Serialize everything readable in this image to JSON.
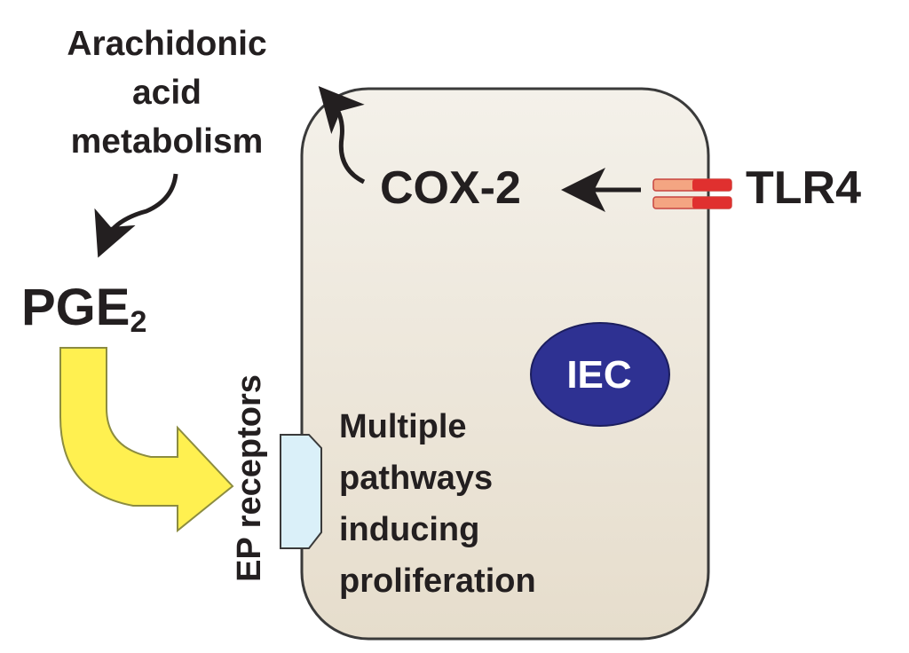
{
  "labels": {
    "arachidonic": [
      "Arachidonic",
      "acid",
      "metabolism"
    ],
    "cox2": "COX-2",
    "tlr4": "TLR4",
    "pge_main": "PGE",
    "pge_sub": "2",
    "iec": "IEC",
    "ep_receptors": "EP receptors",
    "pathways": [
      "Multiple",
      "pathways",
      "inducing",
      "proliferation"
    ]
  },
  "colors": {
    "cell_fill_top": "#f4f1ea",
    "cell_fill_bottom": "#e6ddcc",
    "cell_stroke": "#3a3a3a",
    "nucleus": "#2e3192",
    "tlr4_light": "#f4a582",
    "tlr4_dark": "#e0302f",
    "receptor": "#daf0f9",
    "yellow_arrow": "#fff050",
    "yellow_arrow_stroke": "#8c8c40",
    "arrow": "#231f20"
  }
}
